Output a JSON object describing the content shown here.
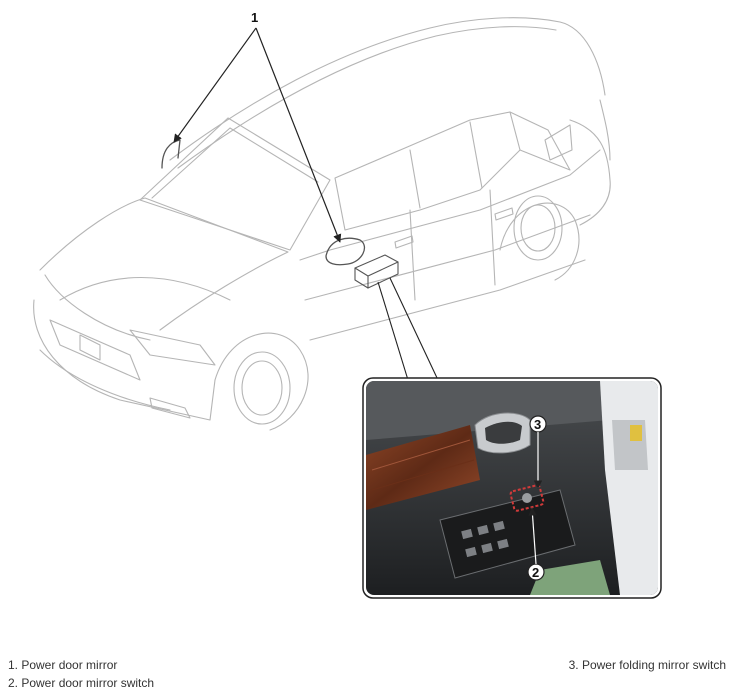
{
  "diagram": {
    "callouts": {
      "car_label": "1",
      "inset_top_label": "3",
      "inset_bottom_label": "2"
    }
  },
  "legend": {
    "item_1": "1. Power door mirror",
    "item_2": "2. Power door mirror switch",
    "item_3": "3. Power folding mirror switch"
  },
  "colors": {
    "line_art": "#b5b5b5",
    "callout_line": "#222222",
    "door_panel": "#2f3133",
    "wood_trim": "#7a3a22",
    "highlight": "#d23a3a"
  }
}
